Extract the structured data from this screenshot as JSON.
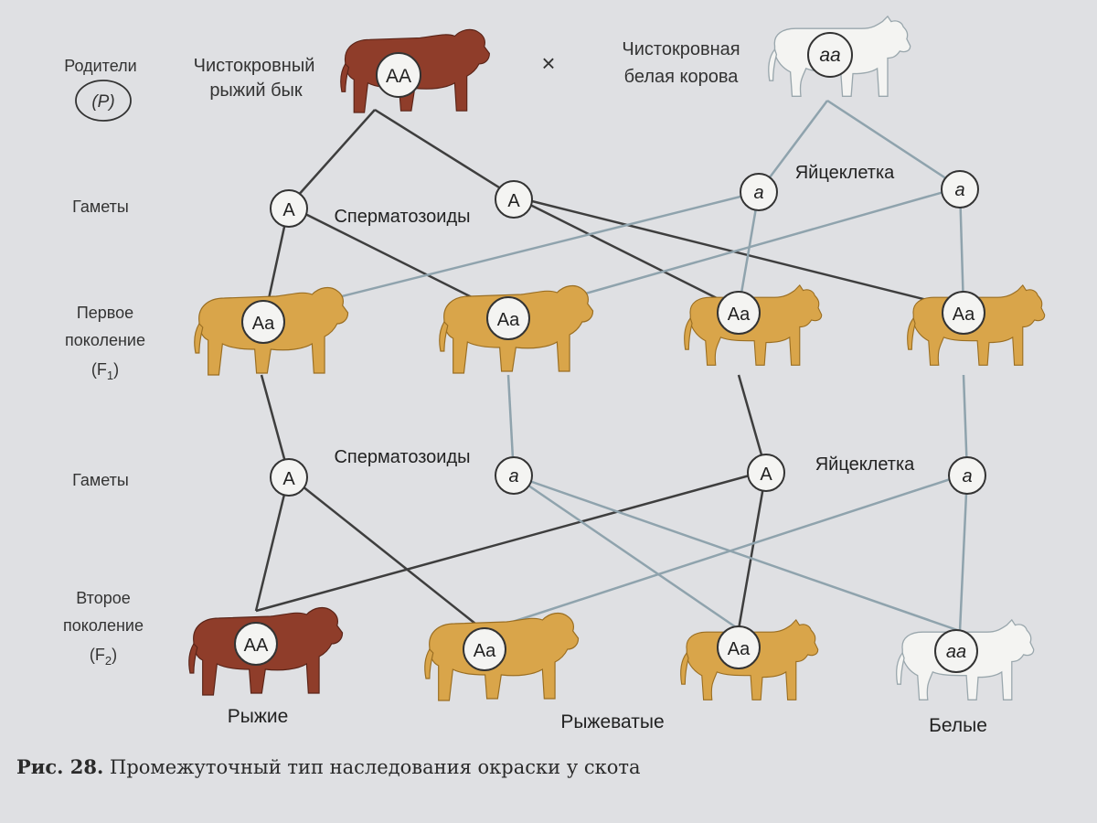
{
  "row_labels": {
    "parents": "Родители",
    "parents_symbol": "(P)",
    "gametes_1": "Гаметы",
    "f1_line1": "Первое",
    "f1_line2": "поколение",
    "f1_symbol": "(F",
    "f1_sub": "1",
    "f1_close": ")",
    "gametes_2": "Гаметы",
    "f2_line1": "Второе",
    "f2_line2": "поколение",
    "f2_symbol": "(F",
    "f2_sub": "2",
    "f2_close": ")"
  },
  "parents": {
    "bull_line1": "Чистокровный",
    "bull_line2": "рыжий бык",
    "bull_genotype": "AA",
    "cross": "×",
    "cow_line1": "Чистокровная",
    "cow_line2": "белая корова",
    "cow_genotype": "aa"
  },
  "gametes_1": {
    "labels": {
      "sperm": "Сперматозоиды",
      "egg": "Яйцеклетка"
    },
    "alleles": [
      "A",
      "A",
      "a",
      "a"
    ]
  },
  "f1": {
    "genotypes": [
      "Aa",
      "Aa",
      "Aa",
      "Aa"
    ]
  },
  "gametes_2": {
    "labels": {
      "sperm": "Сперматозоиды",
      "egg": "Яйцеклетка"
    },
    "alleles": [
      "A",
      "a",
      "A",
      "a"
    ]
  },
  "f2": {
    "genotypes": [
      "AA",
      "Aa",
      "Aa",
      "aa"
    ],
    "phenotypes": [
      "Рыжие",
      "Рыжеватые",
      "Белые"
    ]
  },
  "caption": {
    "prefix": "Рис. 28.",
    "text": "Промежуточный тип наследования окраски у скота"
  },
  "colors": {
    "background": "#dfe0e3",
    "red_animal": "#8f3d2a",
    "roan_animal": "#d9a54a",
    "white_animal": "#f4f4f2",
    "red_line": "#3e3e3e",
    "white_line": "#8fa3ad"
  }
}
